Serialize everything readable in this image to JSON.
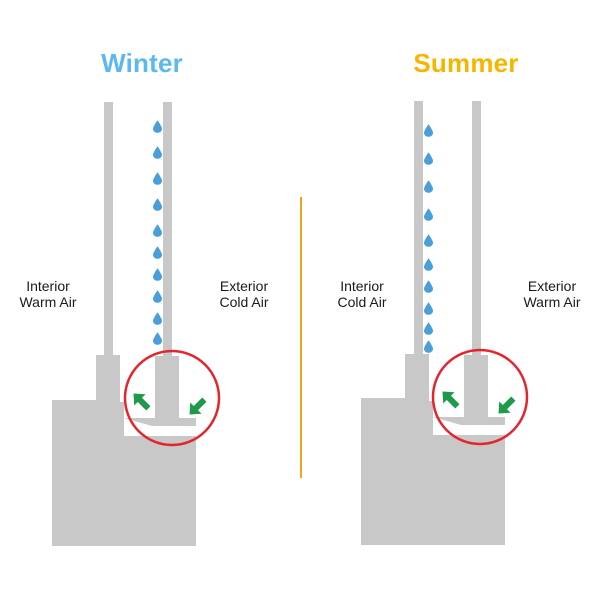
{
  "winter": {
    "title": "Winter",
    "interior_label": [
      "Interior",
      "Warm Air"
    ],
    "exterior_label": [
      "Exterior",
      "Cold Air"
    ]
  },
  "summer": {
    "title": "Summer",
    "interior_label": [
      "Interior",
      "Cold Air"
    ],
    "exterior_label": [
      "Exterior",
      "Warm Air"
    ]
  },
  "colors": {
    "winter_title": "#5bb8f0",
    "summer_title": "#f7b500",
    "frame_gray": "#c8c8c8",
    "circle_red": "#e3262d",
    "arrow_green": "#1f9a4a",
    "droplet_blue": "#4a9fd8",
    "divider_orange": "#f2a51c"
  },
  "icons": {
    "condensation": "droplet-icon",
    "airflow": "arrow-icon",
    "highlight": "circle-outline"
  }
}
